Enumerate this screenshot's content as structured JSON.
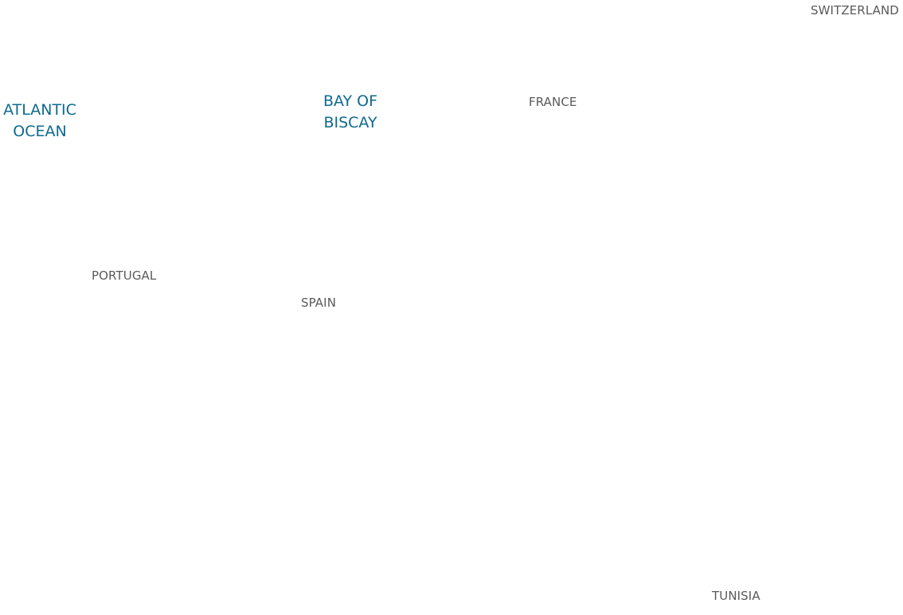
{
  "map": {
    "colors": {
      "background": "#ffffff",
      "country_label": "#5a5a5a",
      "water_label": "#0e6a8e"
    },
    "countries": {
      "switzerland": "SWITZERLAND",
      "france": "FRANCE",
      "portugal": "PORTUGAL",
      "spain": "SPAIN",
      "tunisia": "TUNISIA"
    },
    "water_bodies": {
      "atlantic": {
        "line1": "ATLANTIC",
        "line2": "OCEAN"
      },
      "biscay": {
        "line1": "BAY OF",
        "line2": "BISCAY"
      }
    }
  }
}
